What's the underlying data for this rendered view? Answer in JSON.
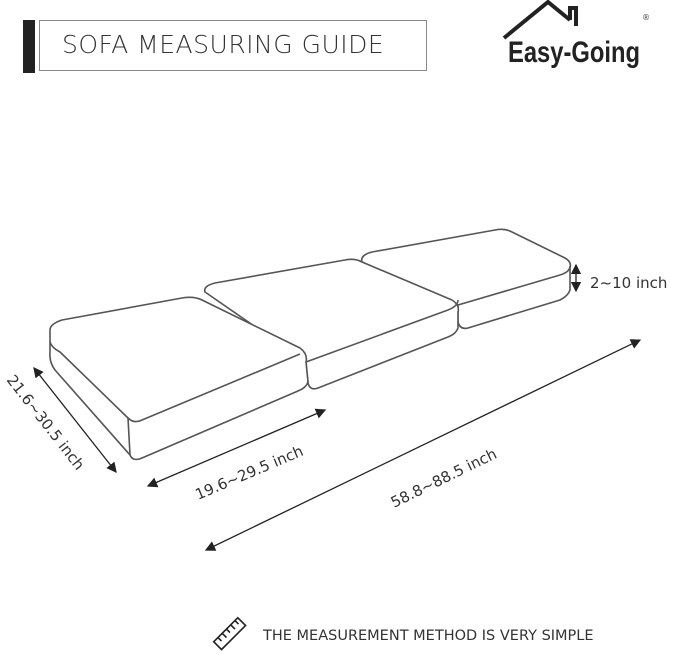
{
  "header": {
    "title": "SOFA MEASURING GUIDE"
  },
  "logo": {
    "brand": "Easy-Going",
    "mark": "®"
  },
  "dimensions": {
    "height": "2~10 inch",
    "depth": "21.6~30.5 inch",
    "seat_width": "19.6~29.5 inch",
    "total_width": "58.8~88.5 inch"
  },
  "footer": {
    "text": "THE MEASUREMENT METHOD IS VERY SIMPLE",
    "icon": "ruler-icon"
  },
  "colors": {
    "text": "#333333",
    "accent_bar": "#222222",
    "line": "#555555"
  }
}
